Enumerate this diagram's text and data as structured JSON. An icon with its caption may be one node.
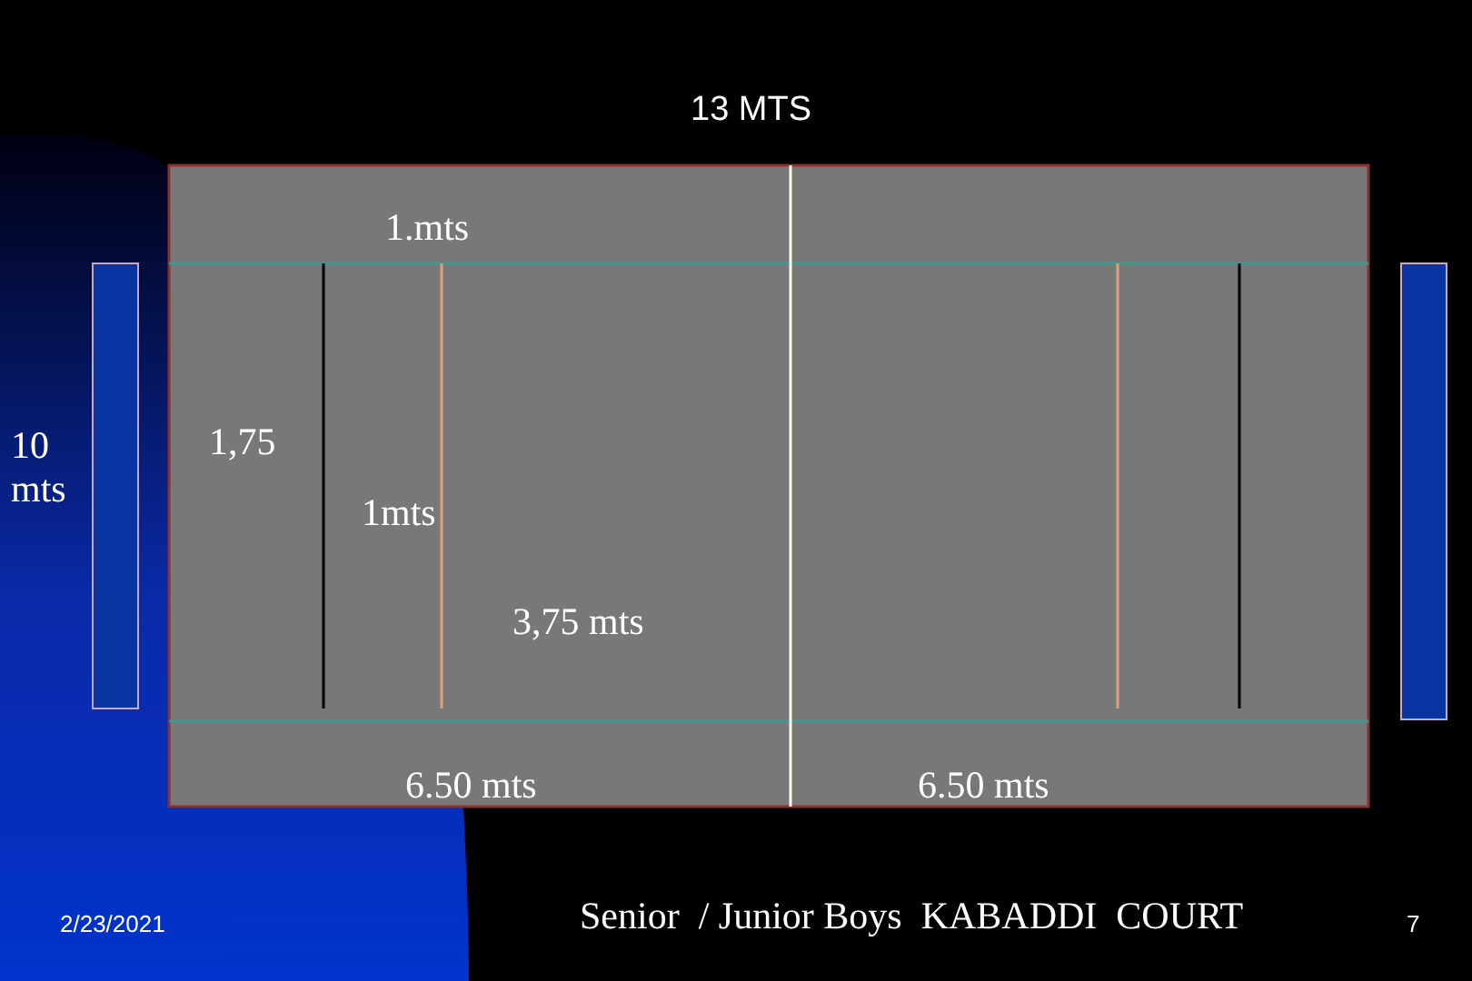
{
  "diagram": {
    "caption": "Senior  / Junior Boys  KABADDI  COURT",
    "labels": [
      "13 MTS",
      "1.mts",
      "10 mts",
      "1,75",
      "1mts",
      "3,75 mts",
      "6.50 mts",
      "6.50 mts",
      "2/23/2021",
      "7"
    ]
  }
}
